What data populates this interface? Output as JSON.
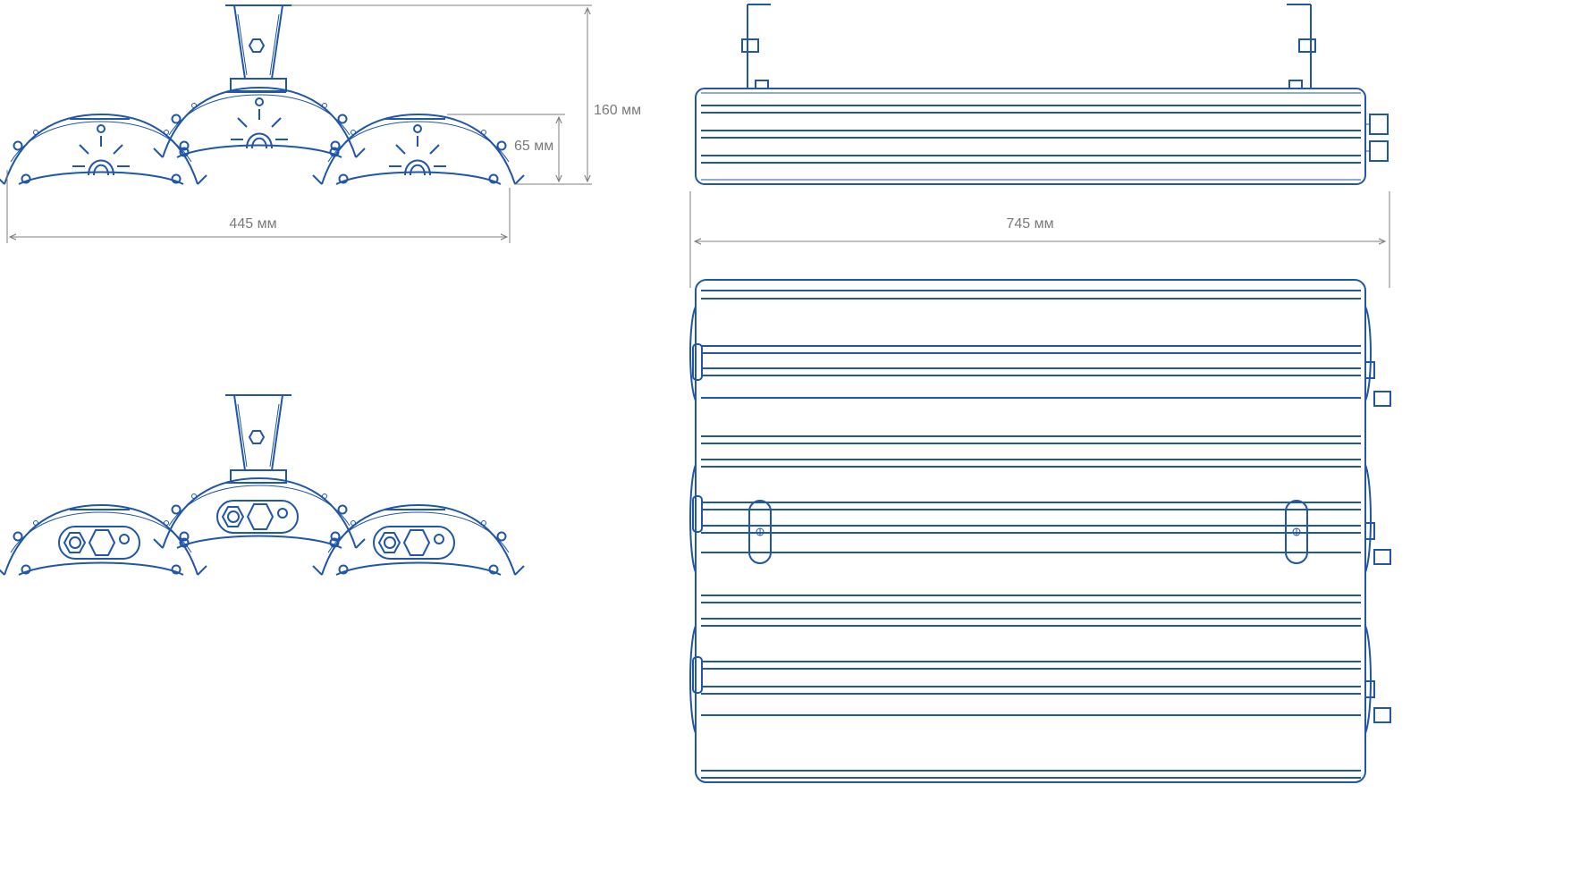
{
  "dimensions": {
    "width_left": "445 мм",
    "height_total": "160 мм",
    "height_module": "65 мм",
    "width_right": "745 мм"
  },
  "colors": {
    "line": "#2156a8",
    "dimension": "#7f7f7f",
    "text": "#7a7a7a",
    "background": "#ffffff"
  }
}
